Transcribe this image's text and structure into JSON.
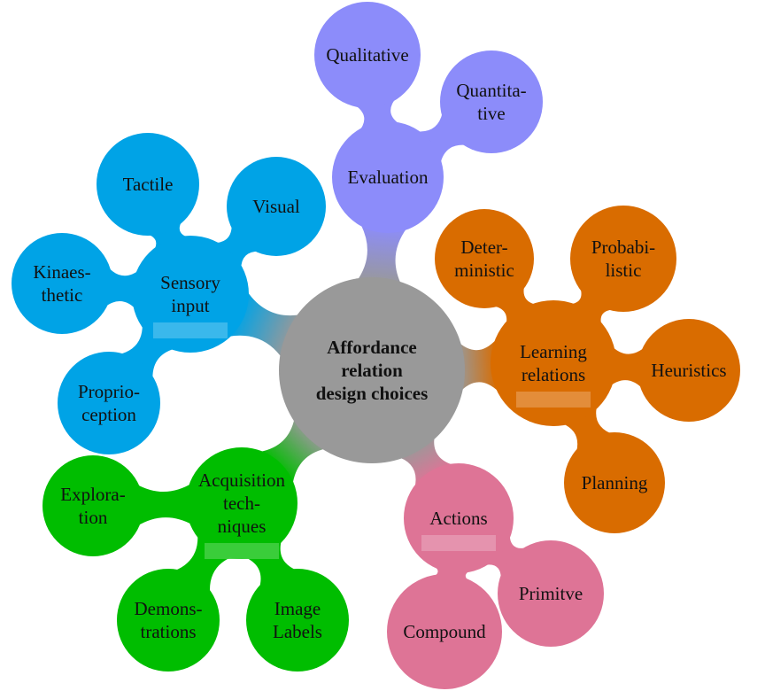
{
  "root": {
    "lines": [
      "Affordance",
      "relation",
      "design choices"
    ],
    "color": "#999999"
  },
  "branches": [
    {
      "id": "evaluation",
      "lines": [
        "Evaluation"
      ],
      "color": "#8c8cfa",
      "children": [
        {
          "id": "qualitative",
          "lines": [
            "Qualitative"
          ]
        },
        {
          "id": "quantitative",
          "lines": [
            "Quantita-",
            "tive"
          ]
        }
      ]
    },
    {
      "id": "learning-relations",
      "lines": [
        "Learning",
        "relations"
      ],
      "color": "#d96c00",
      "children": [
        {
          "id": "deterministic",
          "lines": [
            "Deter-",
            "ministic"
          ]
        },
        {
          "id": "probabilistic",
          "lines": [
            "Probabi-",
            "listic"
          ]
        },
        {
          "id": "heuristics",
          "lines": [
            "Heuristics"
          ]
        },
        {
          "id": "planning",
          "lines": [
            "Planning"
          ]
        }
      ]
    },
    {
      "id": "actions",
      "lines": [
        "Actions"
      ],
      "color": "#de7496",
      "children": [
        {
          "id": "primitive",
          "lines": [
            "Primitve"
          ]
        },
        {
          "id": "compound",
          "lines": [
            "Compound"
          ]
        }
      ]
    },
    {
      "id": "acquisition-techniques",
      "lines": [
        "Acquisition",
        "tech-",
        "niques"
      ],
      "color": "#00bd00",
      "children": [
        {
          "id": "exploration",
          "lines": [
            "Explora-",
            "tion"
          ]
        },
        {
          "id": "demonstrations",
          "lines": [
            "Demons-",
            "trations"
          ]
        },
        {
          "id": "image-labels",
          "lines": [
            "Image",
            "Labels"
          ]
        }
      ]
    },
    {
      "id": "sensory-input",
      "lines": [
        "Sensory",
        "input"
      ],
      "color": "#00a3e6",
      "children": [
        {
          "id": "tactile",
          "lines": [
            "Tactile"
          ]
        },
        {
          "id": "visual",
          "lines": [
            "Visual"
          ]
        },
        {
          "id": "kinaesthetic",
          "lines": [
            "Kinaes-",
            "thetic"
          ]
        },
        {
          "id": "proprioception",
          "lines": [
            "Proprio-",
            "ception"
          ]
        }
      ]
    }
  ]
}
